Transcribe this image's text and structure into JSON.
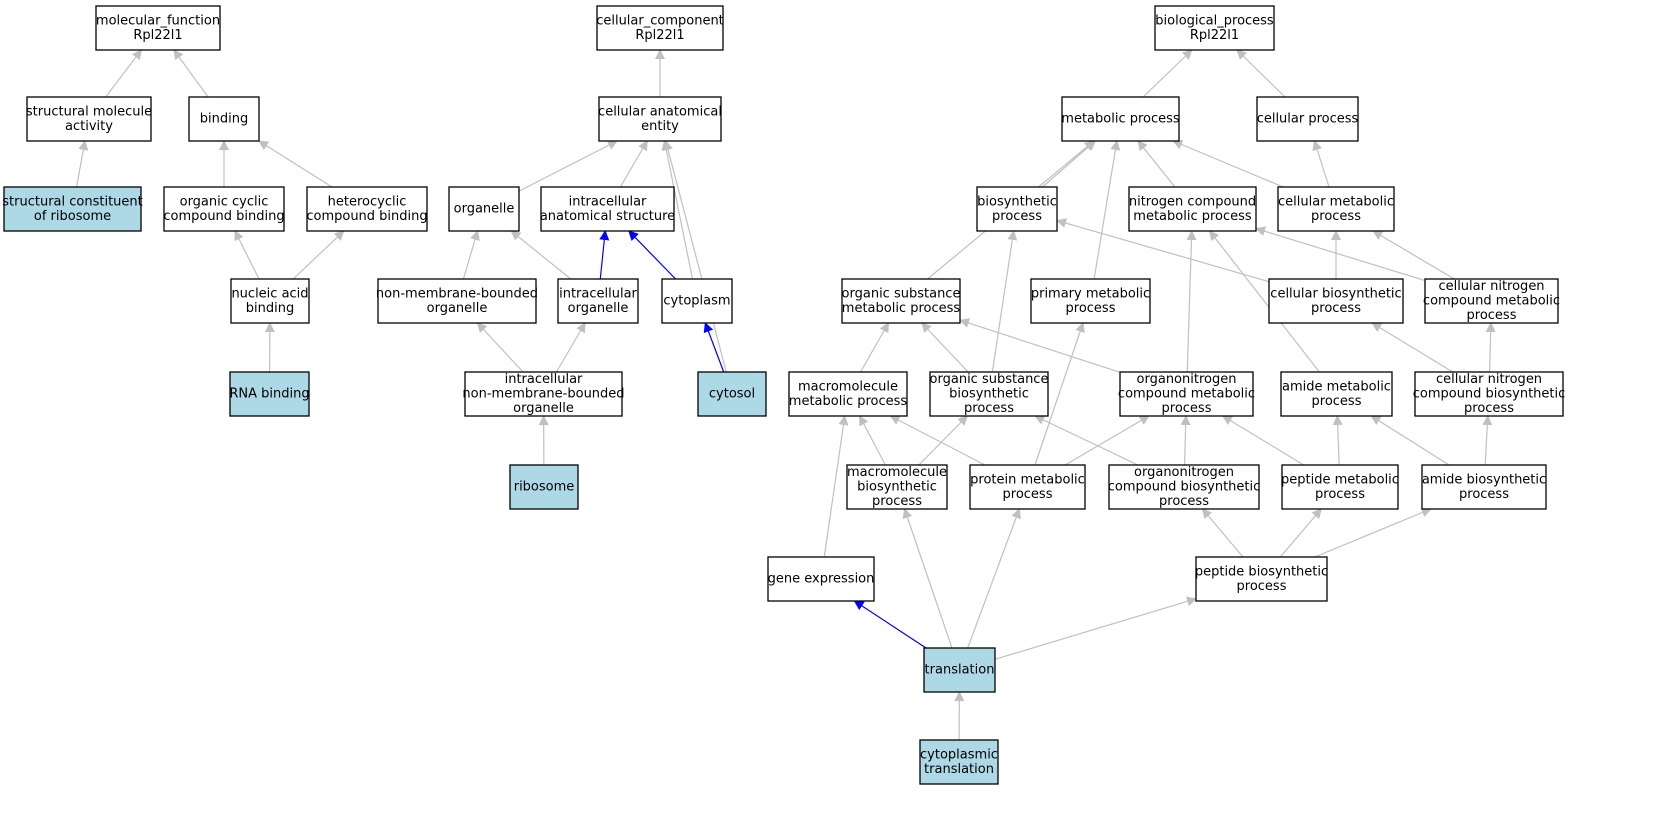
{
  "colors": {
    "highlight_fill": "#add8e6",
    "default_fill": "#ffffff",
    "edge_default": "#c0c0c0",
    "edge_highlight": "#0000ff"
  },
  "nodes": [
    {
      "id": "mf",
      "lines": [
        "molecular_function",
        "Rpl22l1"
      ],
      "highlighted": false
    },
    {
      "id": "cc",
      "lines": [
        "cellular_component",
        "Rpl22l1"
      ],
      "highlighted": false
    },
    {
      "id": "bp",
      "lines": [
        "biological_process",
        "Rpl22l1"
      ],
      "highlighted": false
    },
    {
      "id": "sma",
      "lines": [
        "structural molecule",
        "activity"
      ],
      "highlighted": false
    },
    {
      "id": "binding",
      "lines": [
        "binding"
      ],
      "highlighted": false
    },
    {
      "id": "cae",
      "lines": [
        "cellular anatomical",
        "entity"
      ],
      "highlighted": false
    },
    {
      "id": "metabolic",
      "lines": [
        "metabolic process"
      ],
      "highlighted": false
    },
    {
      "id": "cellproc",
      "lines": [
        "cellular process"
      ],
      "highlighted": false
    },
    {
      "id": "scr",
      "lines": [
        "structural constituent",
        "of ribosome"
      ],
      "highlighted": true
    },
    {
      "id": "occb",
      "lines": [
        "organic cyclic",
        "compound binding"
      ],
      "highlighted": false
    },
    {
      "id": "hcb",
      "lines": [
        "heterocyclic",
        "compound binding"
      ],
      "highlighted": false
    },
    {
      "id": "organelle",
      "lines": [
        "organelle"
      ],
      "highlighted": false
    },
    {
      "id": "ias",
      "lines": [
        "intracellular",
        "anatomical structure"
      ],
      "highlighted": false
    },
    {
      "id": "biosyn",
      "lines": [
        "biosynthetic",
        "process"
      ],
      "highlighted": false
    },
    {
      "id": "ncmp",
      "lines": [
        "nitrogen compound",
        "metabolic process"
      ],
      "highlighted": false
    },
    {
      "id": "cmp",
      "lines": [
        "cellular metabolic",
        "process"
      ],
      "highlighted": false
    },
    {
      "id": "nab",
      "lines": [
        "nucleic acid",
        "binding"
      ],
      "highlighted": false
    },
    {
      "id": "nmbo",
      "lines": [
        "non-membrane-bounded",
        "organelle"
      ],
      "highlighted": false
    },
    {
      "id": "io",
      "lines": [
        "intracellular",
        "organelle"
      ],
      "highlighted": false
    },
    {
      "id": "cytoplasm",
      "lines": [
        "cytoplasm"
      ],
      "highlighted": false
    },
    {
      "id": "osmp",
      "lines": [
        "organic substance",
        "metabolic process"
      ],
      "highlighted": false
    },
    {
      "id": "pmp",
      "lines": [
        "primary metabolic",
        "process"
      ],
      "highlighted": false
    },
    {
      "id": "cbp",
      "lines": [
        "cellular biosynthetic",
        "process"
      ],
      "highlighted": false
    },
    {
      "id": "cncmp",
      "lines": [
        "cellular nitrogen",
        "compound metabolic",
        "process"
      ],
      "highlighted": false
    },
    {
      "id": "rnab",
      "lines": [
        "RNA binding"
      ],
      "highlighted": true
    },
    {
      "id": "inmbo",
      "lines": [
        "intracellular",
        "non-membrane-bounded",
        "organelle"
      ],
      "highlighted": false
    },
    {
      "id": "cytosol",
      "lines": [
        "cytosol"
      ],
      "highlighted": true
    },
    {
      "id": "mmp",
      "lines": [
        "macromolecule",
        "metabolic process"
      ],
      "highlighted": false
    },
    {
      "id": "osbp",
      "lines": [
        "organic substance",
        "biosynthetic",
        "process"
      ],
      "highlighted": false
    },
    {
      "id": "oncmp",
      "lines": [
        "organonitrogen",
        "compound metabolic",
        "process"
      ],
      "highlighted": false
    },
    {
      "id": "amp",
      "lines": [
        "amide metabolic",
        "process"
      ],
      "highlighted": false
    },
    {
      "id": "cncbp",
      "lines": [
        "cellular nitrogen",
        "compound biosynthetic",
        "process"
      ],
      "highlighted": false
    },
    {
      "id": "ribosome",
      "lines": [
        "ribosome"
      ],
      "highlighted": true
    },
    {
      "id": "mbp",
      "lines": [
        "macromolecule",
        "biosynthetic",
        "process"
      ],
      "highlighted": false
    },
    {
      "id": "protmp",
      "lines": [
        "protein metabolic",
        "process"
      ],
      "highlighted": false
    },
    {
      "id": "oncbp",
      "lines": [
        "organonitrogen",
        "compound biosynthetic",
        "process"
      ],
      "highlighted": false
    },
    {
      "id": "pepmp",
      "lines": [
        "peptide metabolic",
        "process"
      ],
      "highlighted": false
    },
    {
      "id": "abp",
      "lines": [
        "amide biosynthetic",
        "process"
      ],
      "highlighted": false
    },
    {
      "id": "geneexp",
      "lines": [
        "gene expression"
      ],
      "highlighted": false
    },
    {
      "id": "pbp",
      "lines": [
        "peptide biosynthetic",
        "process"
      ],
      "highlighted": false
    },
    {
      "id": "translation",
      "lines": [
        "translation"
      ],
      "highlighted": true
    },
    {
      "id": "ct",
      "lines": [
        "cytoplasmic",
        "translation"
      ],
      "highlighted": true
    }
  ],
  "edges": [
    {
      "from": "sma",
      "to": "mf"
    },
    {
      "from": "binding",
      "to": "mf"
    },
    {
      "from": "scr",
      "to": "sma"
    },
    {
      "from": "occb",
      "to": "binding"
    },
    {
      "from": "hcb",
      "to": "binding"
    },
    {
      "from": "nab",
      "to": "occb"
    },
    {
      "from": "nab",
      "to": "hcb"
    },
    {
      "from": "rnab",
      "to": "nab"
    },
    {
      "from": "cae",
      "to": "cc"
    },
    {
      "from": "organelle",
      "to": "cae"
    },
    {
      "from": "ias",
      "to": "cae"
    },
    {
      "from": "cytoplasm",
      "to": "cae"
    },
    {
      "from": "cytosol",
      "to": "cae"
    },
    {
      "from": "nmbo",
      "to": "organelle"
    },
    {
      "from": "io",
      "to": "organelle"
    },
    {
      "from": "io",
      "to": "ias",
      "highlight": true
    },
    {
      "from": "cytoplasm",
      "to": "ias",
      "highlight": true
    },
    {
      "from": "cytosol",
      "to": "cytoplasm",
      "highlight": true
    },
    {
      "from": "inmbo",
      "to": "nmbo"
    },
    {
      "from": "inmbo",
      "to": "io"
    },
    {
      "from": "ribosome",
      "to": "inmbo"
    },
    {
      "from": "metabolic",
      "to": "bp"
    },
    {
      "from": "cellproc",
      "to": "bp"
    },
    {
      "from": "biosyn",
      "to": "metabolic"
    },
    {
      "from": "ncmp",
      "to": "metabolic"
    },
    {
      "from": "cmp",
      "to": "metabolic"
    },
    {
      "from": "cmp",
      "to": "cellproc"
    },
    {
      "from": "osmp",
      "to": "metabolic"
    },
    {
      "from": "pmp",
      "to": "metabolic"
    },
    {
      "from": "cbp",
      "to": "biosyn"
    },
    {
      "from": "cbp",
      "to": "cmp"
    },
    {
      "from": "cncmp",
      "to": "ncmp"
    },
    {
      "from": "cncmp",
      "to": "cmp"
    },
    {
      "from": "mmp",
      "to": "osmp"
    },
    {
      "from": "osbp",
      "to": "osmp"
    },
    {
      "from": "osbp",
      "to": "biosyn"
    },
    {
      "from": "oncmp",
      "to": "osmp"
    },
    {
      "from": "oncmp",
      "to": "ncmp"
    },
    {
      "from": "amp",
      "to": "ncmp"
    },
    {
      "from": "cncbp",
      "to": "cbp"
    },
    {
      "from": "cncbp",
      "to": "cncmp"
    },
    {
      "from": "mbp",
      "to": "mmp"
    },
    {
      "from": "mbp",
      "to": "osbp"
    },
    {
      "from": "protmp",
      "to": "mmp"
    },
    {
      "from": "protmp",
      "to": "oncmp"
    },
    {
      "from": "protmp",
      "to": "pmp"
    },
    {
      "from": "oncbp",
      "to": "osbp"
    },
    {
      "from": "oncbp",
      "to": "oncmp"
    },
    {
      "from": "pepmp",
      "to": "oncmp"
    },
    {
      "from": "pepmp",
      "to": "amp"
    },
    {
      "from": "abp",
      "to": "amp"
    },
    {
      "from": "abp",
      "to": "cncbp"
    },
    {
      "from": "geneexp",
      "to": "mmp"
    },
    {
      "from": "pbp",
      "to": "oncbp"
    },
    {
      "from": "pbp",
      "to": "pepmp"
    },
    {
      "from": "pbp",
      "to": "abp"
    },
    {
      "from": "translation",
      "to": "geneexp",
      "highlight": true
    },
    {
      "from": "translation",
      "to": "mbp"
    },
    {
      "from": "translation",
      "to": "protmp"
    },
    {
      "from": "translation",
      "to": "pbp"
    },
    {
      "from": "ct",
      "to": "translation"
    }
  ]
}
